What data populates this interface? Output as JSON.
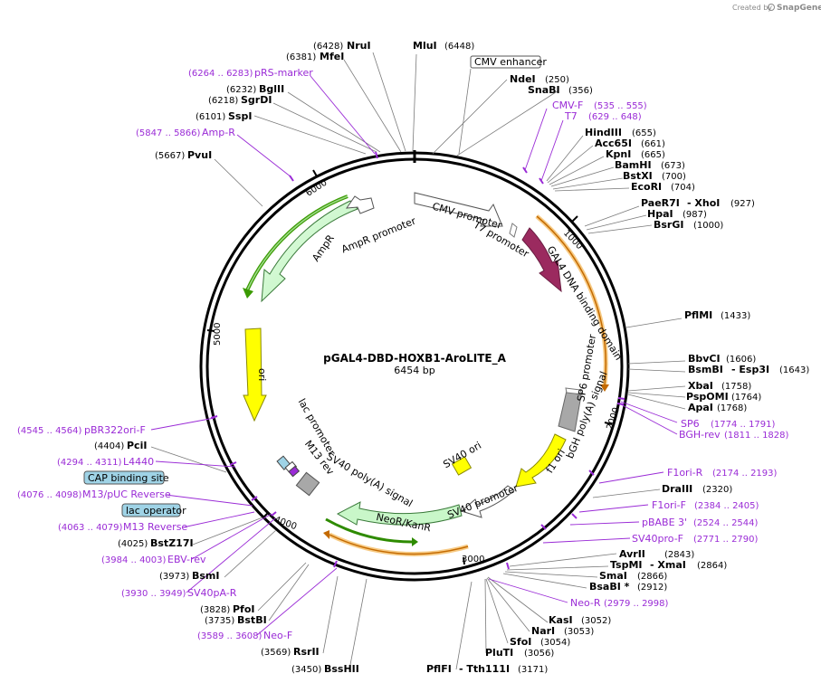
{
  "header": {
    "created_by": "Created by",
    "brand": "SnapGene"
  },
  "plasmid": {
    "name": "pGAL4-DBD-HOXB1-AroLITE_A",
    "size_label": "6454 bp",
    "length": 6454
  },
  "ticks": [
    "1000",
    "2000",
    "3000",
    "4000",
    "5000",
    "6000"
  ],
  "features": {
    "cmv_promoter": "CMV promoter",
    "t7_promoter": "T7 promoter",
    "gal4": "GAL4 DNA binding domain",
    "sp6_promoter": "SP6 promoter",
    "bgh": "bGH poly(A) signal",
    "f1_ori": "f1 ori",
    "sv40_ori": "SV40 ori",
    "sv40_promoter": "SV40 promoter",
    "neor": "NeoR/KanR",
    "sv40_polya": "SV40 poly(A) signal",
    "m13_rev": "M13 rev",
    "lac_promoter": "lac promoter",
    "ori": "ori",
    "ampr": "AmpR",
    "ampr_promoter": "AmpR promoter"
  },
  "boxed": {
    "cmv_enhancer": "CMV enhancer",
    "cap_site": "CAP binding site",
    "lac_operator": "lac operator"
  },
  "sites": [
    {
      "name": "MluI",
      "pos": "(6448)"
    },
    {
      "name": "NruI",
      "pos": "(6428)"
    },
    {
      "name": "MfeI",
      "pos": "(6381)"
    },
    {
      "name": "BglII",
      "pos": "(6232)"
    },
    {
      "name": "SgrDI",
      "pos": "(6218)"
    },
    {
      "name": "SspI",
      "pos": "(6101)"
    },
    {
      "name": "PvuI",
      "pos": "(5667)"
    },
    {
      "name": "NdeI",
      "pos": "(250)"
    },
    {
      "name": "SnaBI",
      "pos": "(356)"
    },
    {
      "name": "HindIII",
      "pos": "(655)"
    },
    {
      "name": "Acc65I",
      "pos": "(661)"
    },
    {
      "name": "KpnI",
      "pos": "(665)"
    },
    {
      "name": "BamHI",
      "pos": "(673)"
    },
    {
      "name": "BstXI",
      "pos": "(700)"
    },
    {
      "name": "EcoRI",
      "pos": "(704)"
    },
    {
      "name": "PaeR7I",
      "pos": ""
    },
    {
      "name": "- XhoI",
      "pos": "(927)"
    },
    {
      "name": "HpaI",
      "pos": "(987)"
    },
    {
      "name": "BsrGI",
      "pos": "(1000)"
    },
    {
      "name": "PflMI",
      "pos": "(1433)"
    },
    {
      "name": "BbvCI",
      "pos": "(1606)"
    },
    {
      "name": "BsmBI",
      "pos": ""
    },
    {
      "name": "- Esp3I",
      "pos": "(1643)"
    },
    {
      "name": "XbaI",
      "pos": "(1758)"
    },
    {
      "name": "PspOMI",
      "pos": "(1764)"
    },
    {
      "name": "ApaI",
      "pos": "(1768)"
    },
    {
      "name": "DraIII",
      "pos": "(2320)"
    },
    {
      "name": "AvrII",
      "pos": "(2843)"
    },
    {
      "name": "TspMI",
      "pos": ""
    },
    {
      "name": "- XmaI",
      "pos": "(2864)"
    },
    {
      "name": "SmaI",
      "pos": "(2866)"
    },
    {
      "name": "BsaBI *",
      "pos": "(2912)"
    },
    {
      "name": "KasI",
      "pos": "(3052)"
    },
    {
      "name": "NarI",
      "pos": "(3053)"
    },
    {
      "name": "SfoI",
      "pos": "(3054)"
    },
    {
      "name": "PluTI",
      "pos": "(3056)"
    },
    {
      "name": "PflFI",
      "pos": ""
    },
    {
      "name": "- Tth111I",
      "pos": "(3171)"
    },
    {
      "name": "BssHII",
      "pos": "(3450)"
    },
    {
      "name": "RsrII",
      "pos": "(3569)"
    },
    {
      "name": "BstBI",
      "pos": "(3735)"
    },
    {
      "name": "PfoI",
      "pos": "(3828)"
    },
    {
      "name": "BsmI",
      "pos": "(3973)"
    },
    {
      "name": "BstZ17I",
      "pos": "(4025)"
    },
    {
      "name": "PciI",
      "pos": "(4404)"
    }
  ],
  "primers": [
    {
      "name": "pRS-marker",
      "range": "(6264 .. 6283)"
    },
    {
      "name": "Amp-R",
      "range": "(5847 .. 5866)"
    },
    {
      "name": "CMV-F",
      "range": "(535 .. 555)"
    },
    {
      "name": "T7",
      "range": "(629 .. 648)"
    },
    {
      "name": "SP6",
      "range": "(1774 .. 1791)"
    },
    {
      "name": "BGH-rev",
      "range": "(1811 .. 1828)"
    },
    {
      "name": "F1ori-R",
      "range": "(2174 .. 2193)"
    },
    {
      "name": "F1ori-F",
      "range": "(2384 .. 2405)"
    },
    {
      "name": "pBABE 3'",
      "range": "(2524 .. 2544)"
    },
    {
      "name": "SV40pro-F",
      "range": "(2771 .. 2790)"
    },
    {
      "name": "Neo-R",
      "range": "(2979 .. 2998)"
    },
    {
      "name": "pBR322ori-F",
      "range": "(4545 .. 4564)"
    },
    {
      "name": "L4440",
      "range": "(4294 .. 4311)"
    },
    {
      "name": "M13/pUC Reverse",
      "range": "(4076 .. 4098)"
    },
    {
      "name": "M13 Reverse",
      "range": "(4063 .. 4079)"
    },
    {
      "name": "EBV-rev",
      "range": "(3984 .. 4003)"
    },
    {
      "name": "SV40pA-R",
      "range": "(3930 .. 3949)"
    },
    {
      "name": "Neo-F",
      "range": "(3589 .. 3608)"
    }
  ],
  "colors": {
    "primer": "#9a2bd6",
    "gal4": "#9b2a5f",
    "ampr": "#c9f7c9",
    "ori": "#ffff00",
    "orf_orange": "#f0a020",
    "orf_green": "#3a9a00",
    "grey_feature": "#a8a8a8",
    "box_blue": "#9fd3e6"
  }
}
